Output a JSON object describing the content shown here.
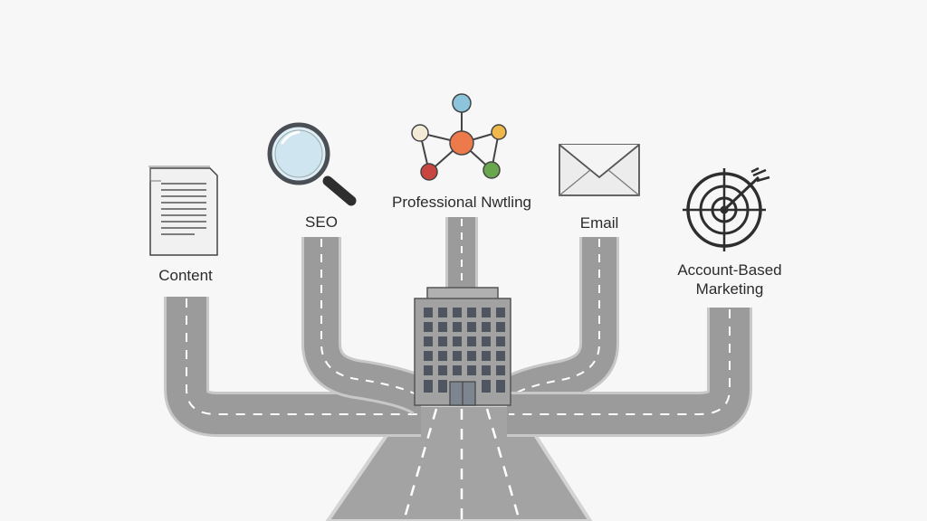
{
  "diagram": {
    "channels": [
      {
        "id": "content",
        "label": "Content",
        "icon": "document-icon"
      },
      {
        "id": "seo",
        "label": "SEO",
        "icon": "magnifying-glass-icon"
      },
      {
        "id": "networking",
        "label": "Professional Nwtling",
        "icon": "network-graph-icon"
      },
      {
        "id": "email",
        "label": "Email",
        "icon": "envelope-icon"
      },
      {
        "id": "abm",
        "label": "Account-Based Marketing",
        "icon": "target-icon"
      }
    ],
    "hub_icon": "office-building-icon",
    "colors": {
      "road": "#9b9b9b",
      "road_edge": "#c8c8c8",
      "lane_marking": "#ffffff",
      "building": "#9a9a9a",
      "window": "#4f5660",
      "node_blue": "#8cc4dc",
      "node_orange": "#ec7a4a",
      "node_red": "#c8463f",
      "node_green": "#6aa64e",
      "node_yellow": "#f0b84a",
      "node_cream": "#f3ead8"
    }
  }
}
